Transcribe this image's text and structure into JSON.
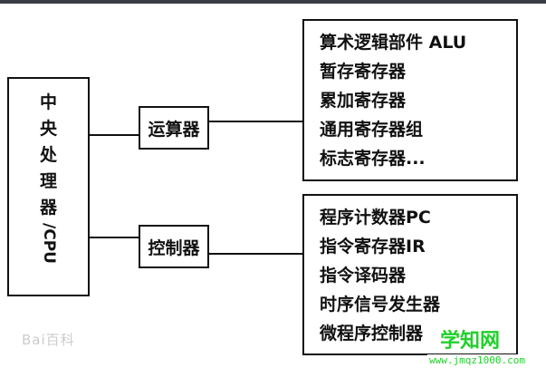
{
  "cpu": {
    "chars": [
      "中",
      "央",
      "处",
      "理",
      "器"
    ],
    "suffix": "/CPU"
  },
  "alu_unit": "运算器",
  "control_unit": "控制器",
  "alu_items": [
    "算术逻辑部件 ALU",
    "暂存寄存器",
    "累加寄存器",
    "通用寄存器组",
    "标志寄存器..."
  ],
  "control_items": [
    "程序计数器PC",
    "指令寄存器IR",
    "指令译码器",
    "时序信号发生器",
    "微程序控制器"
  ],
  "watermarks": {
    "baidu": "Bai百科",
    "site": "学知网",
    "url": "www.jmqz1000.com"
  }
}
